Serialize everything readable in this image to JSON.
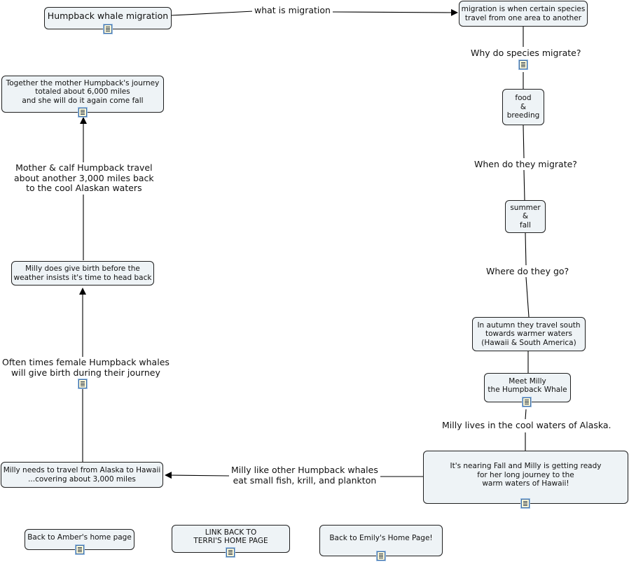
{
  "concept_map": {
    "nodes": {
      "topic": "Humpback whale migration",
      "migration_def": "migration is when certain species\ntravel from one area to another",
      "food_breeding": "food\n&\nbreeding",
      "summer_fall": "summer\n&\nfall",
      "autumn": "In autumn they travel south\ntowards warmer waters\n(Hawaii & South America)",
      "meet_milly": "Meet Milly\nthe Humpback Whale",
      "nearing_fall": "It's nearing Fall and Milly is getting ready\nfor her long journey to the\nwarm waters of Hawaii!",
      "alaska_hawaii": "Milly needs to travel from Alaska to Hawaii\n...covering about 3,000 miles",
      "gives_birth": "Milly does give birth before the\nweather insists it's time to head back",
      "total_journey": "Together the mother Humpback's journey\ntotaled about 6,000 miles\nand she will do it again come fall",
      "amber": "Back to Amber's home page",
      "terri": "LINK BACK TO\nTERRI'S HOME PAGE",
      "emily": "Back to Emily's Home Page!"
    },
    "links": {
      "what_is_migration": "what is migration",
      "why_migrate": "Why do species migrate?",
      "when_migrate": "When do they migrate?",
      "where_go": "Where do they go?",
      "lives_alaska": "Milly lives in the cool waters of Alaska.",
      "like_whales": "Milly like other Humpback whales\neat small fish, krill, and plankton",
      "female_birth": "Often times female Humpback whales\nwill give birth during their journey",
      "calf_travel": "Mother & calf Humpback travel\nabout another 3,000 miles back\nto the cool Alaskan waters"
    }
  },
  "icons": {
    "resource": "document-icon"
  },
  "colors": {
    "node_fill": "#eef3f6",
    "node_border": "#1f1f1f",
    "icon_border": "#3f6ea8"
  }
}
